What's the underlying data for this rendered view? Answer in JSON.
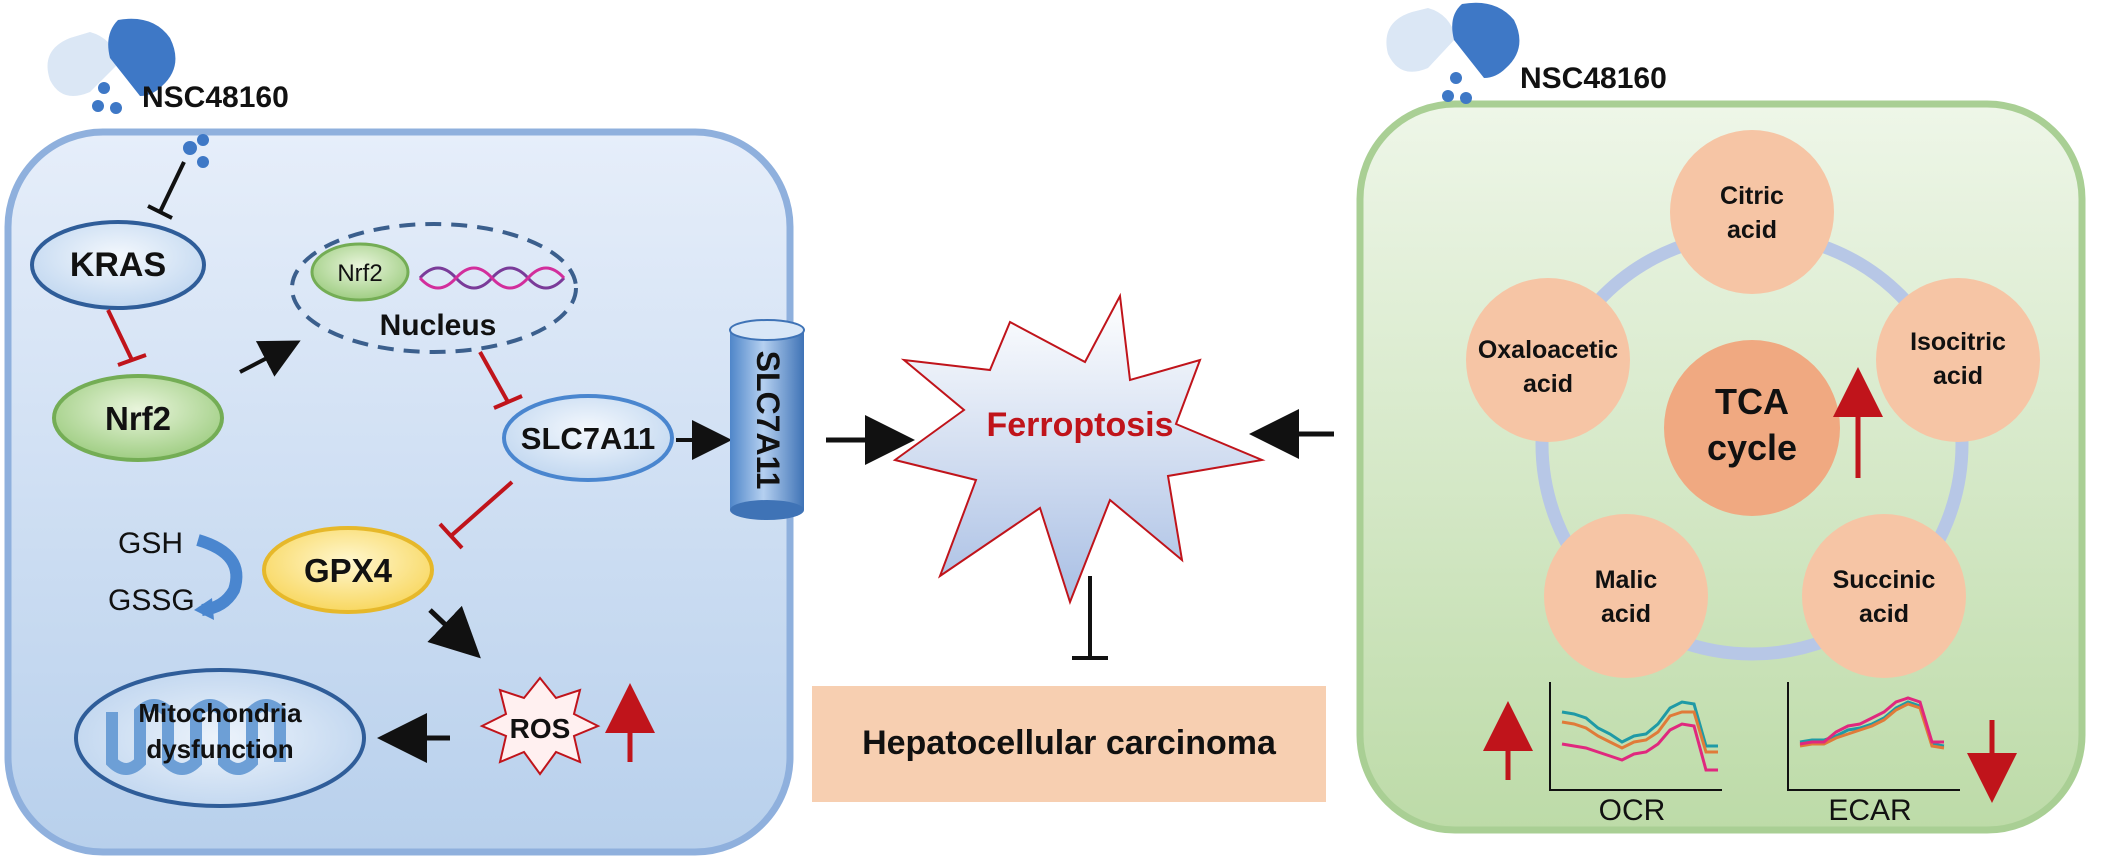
{
  "drug": {
    "name": "NSC48160"
  },
  "cell_left": {
    "kras": "KRAS",
    "nrf2": "Nrf2",
    "nucleus_nrf2": "Nrf2",
    "nucleus": "Nucleus",
    "slc7a11": "SLC7A11",
    "membrane_transporter": "SLC7A11",
    "gsh": "GSH",
    "gssg": "GSSG",
    "gpx4": "GPX4",
    "ros": "ROS",
    "mito_line1": "Mitochondria",
    "mito_line2": "dysfunction"
  },
  "center": {
    "ferroptosis": "Ferroptosis",
    "outcome": "Hepatocellular carcinoma"
  },
  "cell_right": {
    "tca_line1": "TCA",
    "tca_line2": "cycle",
    "metabolites": [
      {
        "line1": "Citric",
        "line2": "acid"
      },
      {
        "line1": "Isocitric",
        "line2": "acid"
      },
      {
        "line1": "Succinic",
        "line2": "acid"
      },
      {
        "line1": "Malic",
        "line2": "acid"
      },
      {
        "line1": "Oxaloacetic",
        "line2": "acid"
      }
    ],
    "ocr_label": "OCR",
    "ecar_label": "ECAR"
  },
  "colors": {
    "left_cell_fill": "#c9dcf2",
    "left_cell_stroke": "#8fb0dd",
    "right_cell_fill": "#cfe4bf",
    "right_cell_stroke": "#a9cf94",
    "inhibit_red": "#c0141b",
    "up_arrow_red": "#c0141b",
    "ferroptosis_text": "#c0141b",
    "carcinoma_box": "#f7cfb1",
    "metabolite_fill": "#f6c5a5",
    "tca_fill": "#f0a981",
    "cycle_ring": "#b7c7e6",
    "series_teal": "#1f9aa6",
    "series_orange": "#e07b39",
    "series_pink": "#e0287e"
  }
}
